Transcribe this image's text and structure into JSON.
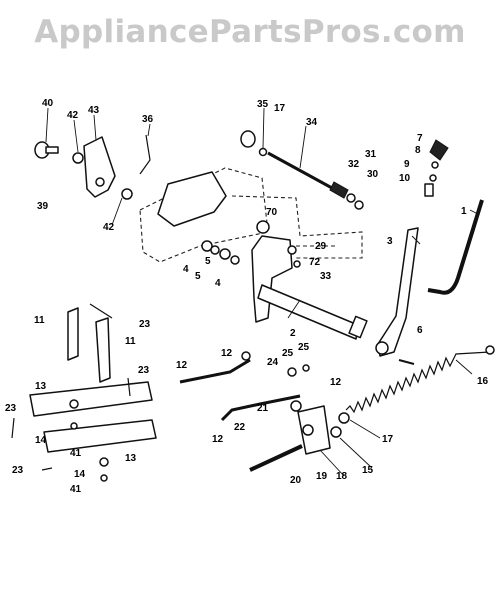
{
  "watermark": "AppliancePartsPros.com",
  "callouts": [
    "1",
    "2",
    "3",
    "4",
    "5",
    "6",
    "7",
    "8",
    "9",
    "10",
    "11",
    "12",
    "13",
    "14",
    "15",
    "16",
    "17",
    "18",
    "19",
    "20",
    "21",
    "22",
    "23",
    "24",
    "25",
    "29",
    "30",
    "31",
    "32",
    "33",
    "34",
    "35",
    "36",
    "39",
    "40",
    "41",
    "42",
    "43",
    "70",
    "72"
  ],
  "colors": {
    "ink": "#111111",
    "watermark": "#c9c9c9",
    "background": "#ffffff"
  }
}
